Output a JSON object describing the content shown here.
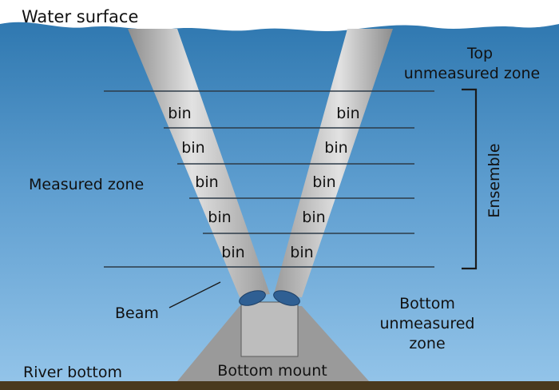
{
  "labels": {
    "water_surface": "Water surface",
    "top_zone_line1": "Top",
    "top_zone_line2": "unmeasured zone",
    "measured_zone": "Measured zone",
    "ensemble": "Ensemble",
    "beam": "Beam",
    "bottom_zone_line1": "Bottom",
    "bottom_zone_line2": "unmeasured",
    "bottom_zone_line3": "zone",
    "river_bottom": "River bottom",
    "bottom_mount": "Bottom mount"
  },
  "bins": {
    "left": [
      "bin",
      "bin",
      "bin",
      "bin",
      "bin"
    ],
    "right": [
      "bin",
      "bin",
      "bin",
      "bin",
      "bin"
    ]
  },
  "colors": {
    "water_top": "#2f78b0",
    "water_bottom": "#8ec1e7",
    "beam": "#c4c4c4",
    "mount": "#9a9a9a",
    "riverbed": "#4a3a1e",
    "transducer": "#2f5f93"
  }
}
